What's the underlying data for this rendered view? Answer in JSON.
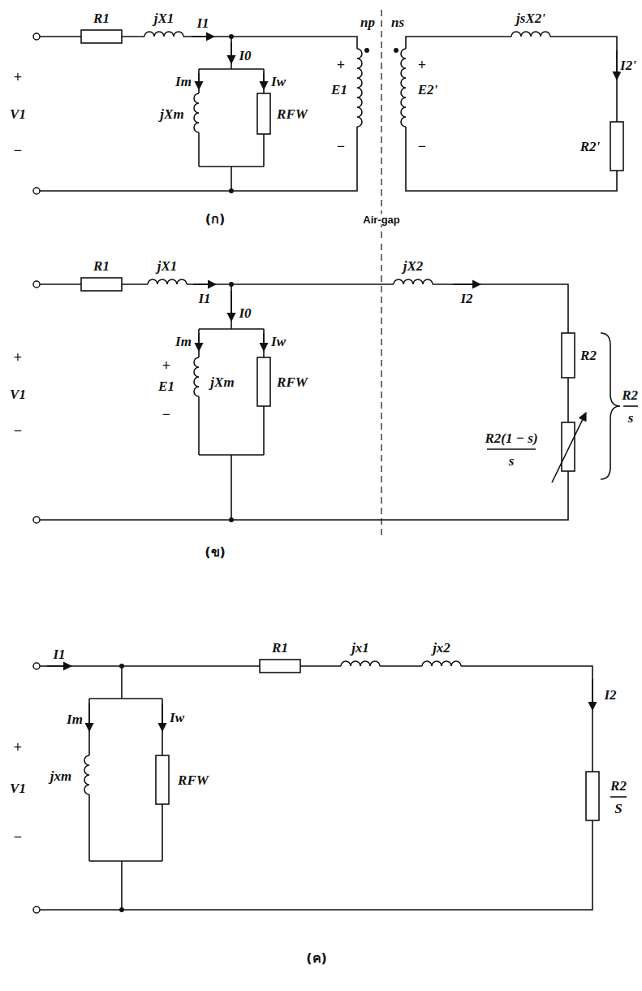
{
  "diagram": {
    "labels": [
      "R1",
      "jX1",
      "I1",
      "I0",
      "Im",
      "jXm",
      "Iw",
      "RFW",
      "+",
      "V1",
      "−",
      "np",
      "+",
      "E1",
      "−",
      "ns",
      "+",
      "E2'",
      "−",
      "jsX2'",
      "I2'",
      "R2'",
      "Air-gap",
      "(ก)",
      "R1",
      "jX1",
      "I1",
      "I0",
      "Im",
      "+",
      "E1",
      "−",
      "jXm",
      "Iw",
      "RFW",
      "+",
      "V1",
      "−",
      "jX2",
      "I2",
      "R2",
      "R2(1 − s)",
      "s",
      "R2",
      "s",
      "(ข)",
      "I1",
      "R1",
      "jx1",
      "jx2",
      "I2",
      "Im",
      "Iw",
      "jxm",
      "RFW",
      "+",
      "V1",
      "−",
      "R2",
      "S",
      "(ค)"
    ]
  }
}
